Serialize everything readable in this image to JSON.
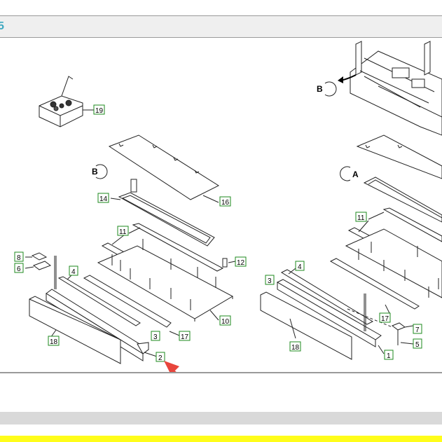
{
  "header": {
    "number": "5"
  },
  "view_marks": {
    "b1": "B",
    "b2": "B",
    "a": "A"
  },
  "callouts_left": {
    "c19": "19",
    "c14": "14",
    "c16": "16",
    "c11": "11",
    "c12": "12",
    "c8": "8",
    "c6": "6",
    "c4": "4",
    "c10": "10",
    "c17": "17",
    "c3": "3",
    "c18": "18",
    "c2": "2"
  },
  "callouts_right": {
    "c11": "11",
    "c4": "4",
    "c3": "3",
    "c17": "17",
    "c7": "7",
    "c5": "5",
    "c18": "18",
    "c1": "1"
  },
  "colors": {
    "callout_border": "#1e8a1e",
    "arrow": "#e8453c",
    "band_yellow": "#fffd1a"
  }
}
